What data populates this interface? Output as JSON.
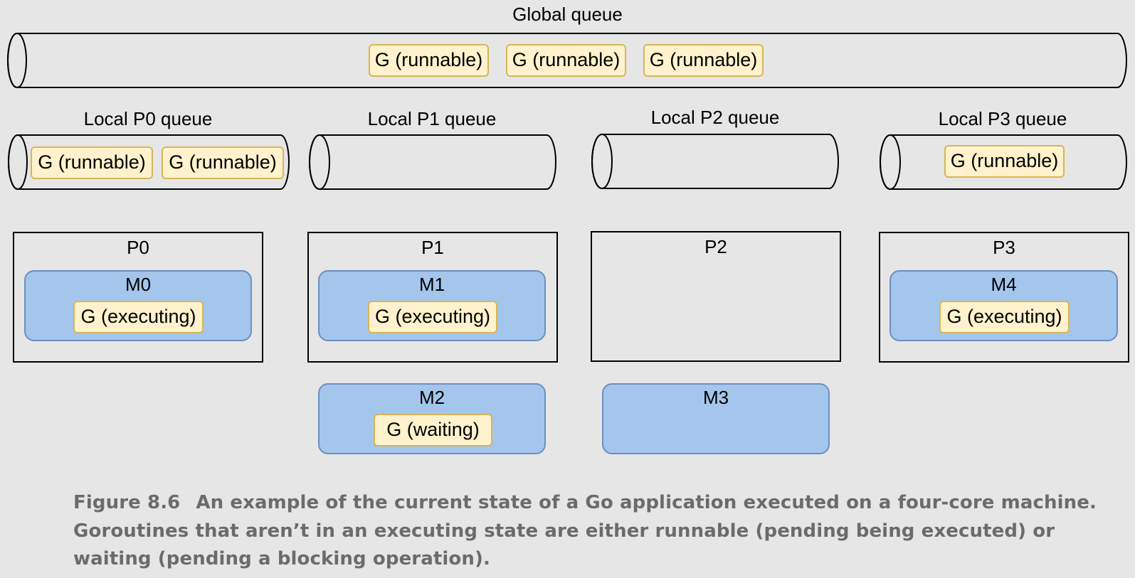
{
  "global_queue": {
    "label": "Global queue",
    "items": [
      "G (runnable)",
      "G (runnable)",
      "G (runnable)"
    ]
  },
  "local_queues": [
    {
      "label": "Local P0 queue",
      "items": [
        "G (runnable)",
        "G (runnable)"
      ]
    },
    {
      "label": "Local P1 queue",
      "items": []
    },
    {
      "label": "Local P2 queue",
      "items": []
    },
    {
      "label": "Local P3 queue",
      "items": [
        "G (runnable)"
      ]
    }
  ],
  "processors": [
    {
      "label": "P0",
      "thread": {
        "label": "M0",
        "goroutine": "G (executing)"
      }
    },
    {
      "label": "P1",
      "thread": {
        "label": "M1",
        "goroutine": "G (executing)"
      }
    },
    {
      "label": "P2",
      "thread": null
    },
    {
      "label": "P3",
      "thread": {
        "label": "M4",
        "goroutine": "G (executing)"
      }
    }
  ],
  "idle_threads": [
    {
      "label": "M2",
      "goroutine": "G (waiting)"
    },
    {
      "label": "M3",
      "goroutine": null
    }
  ],
  "caption": {
    "figure_number": "Figure 8.6",
    "text": "An example of the current state of a Go application executed on a four-core machine. Goroutines that aren’t in an executing state are either runnable (pending being executed) or waiting (pending a blocking operation)."
  },
  "colors": {
    "goroutine_fill": "#fff2cc",
    "goroutine_border": "#d6b656",
    "thread_fill": "#a4c6ec",
    "thread_border": "#6c8ebf",
    "background": "#e6e6e6",
    "caption_text": "#6b6b6b"
  }
}
